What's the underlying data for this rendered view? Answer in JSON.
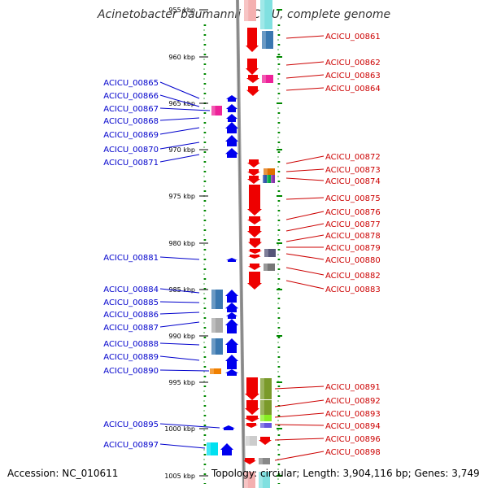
{
  "title": "Acinetobacter baumannii ACICU, complete genome",
  "footer": {
    "accession": "Accession: NC_010611",
    "summary": "Topology: circular; Length: 3,904,116 bp; Genes: 3,749"
  },
  "ticks": [
    "955 kbp",
    "960 kbp",
    "965 kbp",
    "970 kbp",
    "975 kbp",
    "980 kbp",
    "985 kbp",
    "990 kbp",
    "995 kbp",
    "1000 kbp",
    "1005 kbp"
  ],
  "colors": {
    "backbone": "#999999",
    "forward_strand": "#0000ee",
    "reverse_strand": "#ee0000",
    "left_label": "#0000cc",
    "right_label": "#cc0000",
    "grid_dots": "#008800"
  },
  "genes_left": [
    "ACICU_00865",
    "ACICU_00866",
    "ACICU_00867",
    "ACICU_00868",
    "ACICU_00869",
    "ACICU_00870",
    "ACICU_00871",
    "ACICU_00881",
    "ACICU_00884",
    "ACICU_00885",
    "ACICU_00886",
    "ACICU_00887",
    "ACICU_00888",
    "ACICU_00889",
    "ACICU_00890",
    "ACICU_00895",
    "ACICU_00897"
  ],
  "genes_right": [
    "ACICU_00861",
    "ACICU_00862",
    "ACICU_00863",
    "ACICU_00864",
    "ACICU_00872",
    "ACICU_00873",
    "ACICU_00874",
    "ACICU_00875",
    "ACICU_00876",
    "ACICU_00877",
    "ACICU_00878",
    "ACICU_00879",
    "ACICU_00880",
    "ACICU_00882",
    "ACICU_00883",
    "ACICU_00891",
    "ACICU_00892",
    "ACICU_00893",
    "ACICU_00894",
    "ACICU_00896",
    "ACICU_00898"
  ]
}
